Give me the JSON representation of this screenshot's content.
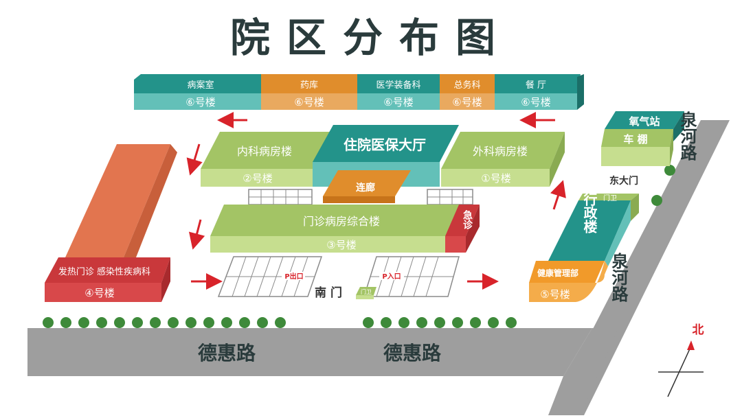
{
  "title": "院区分布图",
  "colors": {
    "teal": "#23938a",
    "teal_light": "#63c0b8",
    "orange": "#e08d2c",
    "orange_light": "#e9a95f",
    "green": "#a3c465",
    "green_light": "#c6de8f",
    "red": "#c9383b",
    "salmon": "#e2754f",
    "road": "#9a9a9a",
    "dark_green": "#2d7c48"
  },
  "top_row": [
    {
      "label": "病案室",
      "building": "⑥号楼"
    },
    {
      "label": "药库",
      "building": "⑥号楼"
    },
    {
      "label": "医学装备科",
      "building": "⑥号楼"
    },
    {
      "label": "总务科",
      "building": "⑥号楼"
    },
    {
      "label": "餐 厅",
      "building": "⑥号楼"
    }
  ],
  "buildings": {
    "inpatient_internal": {
      "label": "内科病房楼",
      "number": "②号楼"
    },
    "inpatient_hall": {
      "label": "住院医保大厅"
    },
    "inpatient_surgical": {
      "label": "外科病房楼",
      "number": "①号楼"
    },
    "corridor": {
      "label": "连廊"
    },
    "outpatient": {
      "label": "门诊病房综合楼",
      "number": "③号楼"
    },
    "emergency": {
      "label": "急诊"
    },
    "fever_clinic": {
      "label": "发热门诊  感染性疾病科",
      "number": "④号楼"
    },
    "admin": {
      "label": "行政楼",
      "number": "⑤号楼",
      "sub": "健康管理部",
      "gate_label": "门卫"
    },
    "oxygen": {
      "label": "氧气站"
    },
    "garage": {
      "label": "车  棚"
    }
  },
  "gates": {
    "south": "南 门",
    "east": "东大门",
    "guard_small": "门卫"
  },
  "parking": {
    "exit": "P出口",
    "entrance": "P入口"
  },
  "roads": {
    "south_1": "德惠路",
    "south_2": "德惠路",
    "east_1": "泉河路",
    "east_2": "泉河路"
  },
  "compass": "北"
}
